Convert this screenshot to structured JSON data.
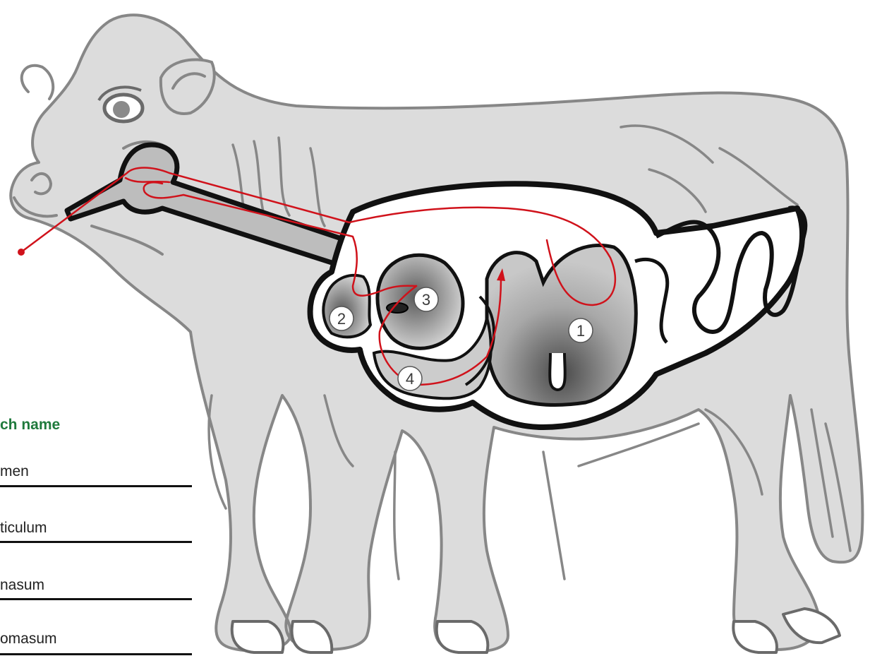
{
  "legend": {
    "title": "ch name",
    "items": [
      "men",
      "ticulum",
      "nasum",
      "omasum"
    ]
  },
  "stomach_labels": [
    "1",
    "2",
    "3",
    "4"
  ],
  "colors": {
    "title": "#1f7a3c",
    "food_path": "#d0121b",
    "outline": "#878787",
    "body_fill": "#dcdcdc",
    "tract_fill": "#bdbdbd"
  },
  "icons": {
    "food_start": "red-dot-icon",
    "food_direction": "red-arrowhead-icon"
  }
}
